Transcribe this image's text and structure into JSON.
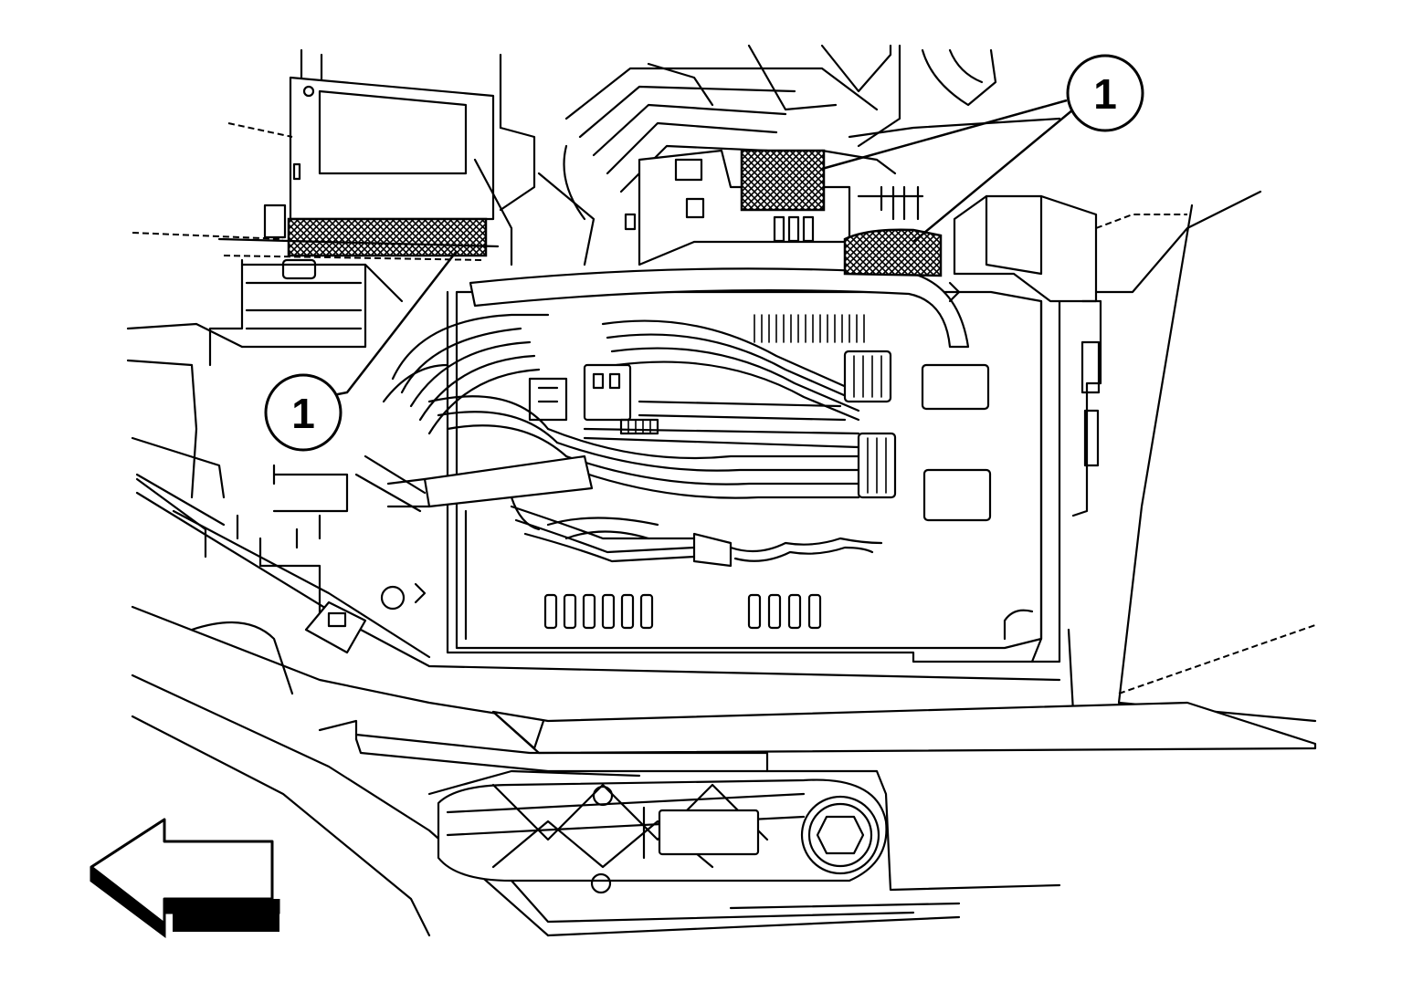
{
  "callouts": [
    {
      "id": "c1",
      "label": "1"
    },
    {
      "id": "c2",
      "label": "1"
    }
  ],
  "colors": {
    "ink": "#000000",
    "paper": "#ffffff"
  },
  "icons": {
    "direction_arrow": "arrow-left-icon"
  }
}
